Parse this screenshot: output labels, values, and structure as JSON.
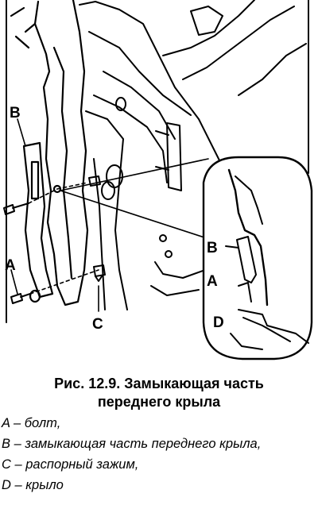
{
  "figure": {
    "labels": {
      "a": "A",
      "b": "B",
      "c": "C",
      "d": "D"
    }
  },
  "caption": {
    "line1": "Рис. 12.9. Замыкающая часть",
    "line2": "переднего крыла"
  },
  "legend": [
    {
      "text": "A – болт,"
    },
    {
      "text": "B – замыкающая часть переднего крыла,"
    },
    {
      "text": "C – распорный зажим,"
    },
    {
      "text": "D – крыло"
    }
  ]
}
